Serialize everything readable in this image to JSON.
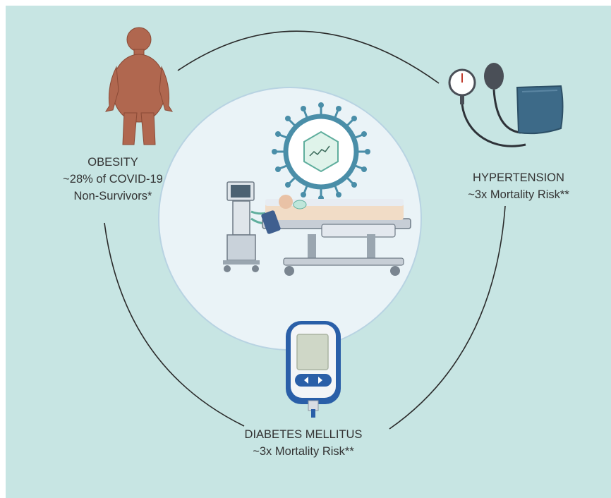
{
  "colors": {
    "background": "#c7e5e3",
    "center_circle": "#eaf3f7",
    "body": "#b0674f",
    "cuff": "#3d6a88",
    "virus": "#4a8ea8",
    "meter": "#2a5fa8"
  },
  "icons": {
    "obesity": "obese-body-icon",
    "hypertension": "blood-pressure-monitor-icon",
    "diabetes": "glucose-meter-icon",
    "center": "icu-ventilator-patient-icon",
    "virus": "coronavirus-icon"
  },
  "nodes": {
    "obesity": {
      "title": "OBESITY",
      "line1": "~28% of COVID-19",
      "line2": "Non-Survivors*"
    },
    "hypertension": {
      "title": "HYPERTENSION",
      "line1": "~3x Mortality Risk**"
    },
    "diabetes": {
      "title": "DIABETES MELLITUS",
      "line1": "~3x Mortality Risk**"
    }
  }
}
